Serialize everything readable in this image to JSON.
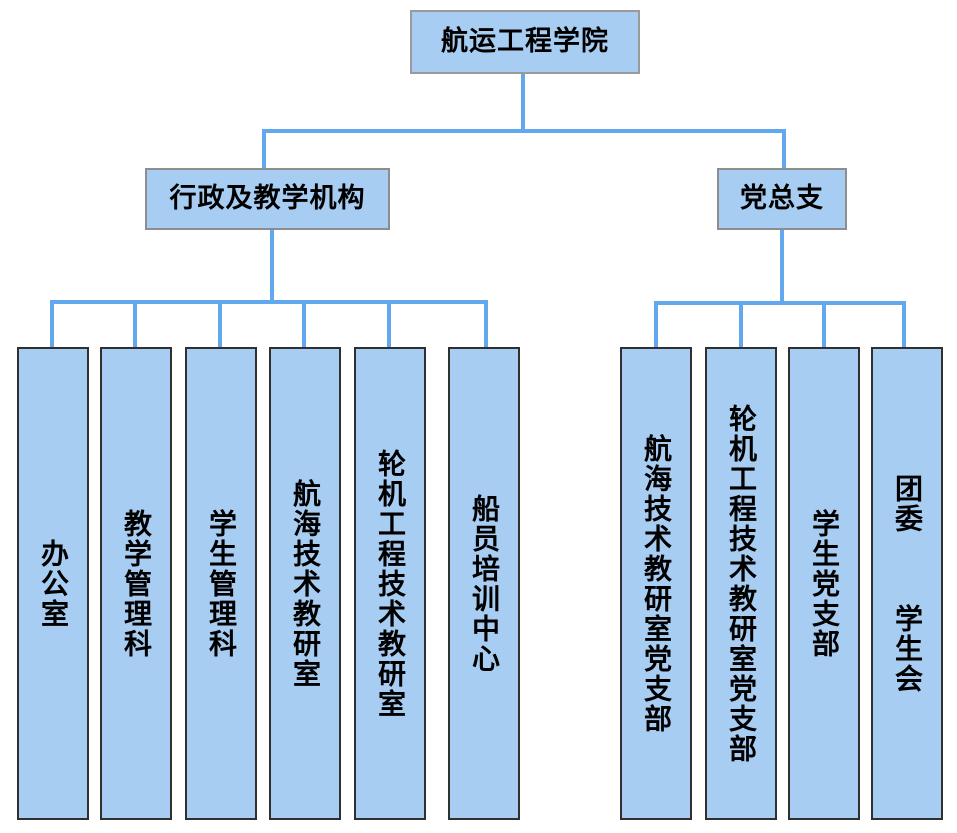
{
  "chart_data": {
    "type": "diagram",
    "title": "航运工程学院 组织机构图",
    "diagram_kind": "organization-chart",
    "orientation": "top-down",
    "node_fill_color": "#a8cdf2",
    "leaf_border_color": "#303030",
    "top_border_color": "#9a9a9a",
    "connector_color": "#62a8ef",
    "nodes": [
      {
        "id": "root",
        "label": "航运工程学院",
        "level": 0,
        "parent": null
      },
      {
        "id": "admin",
        "label": "行政及教学机构",
        "level": 1,
        "parent": "root"
      },
      {
        "id": "party",
        "label": "党总支",
        "level": 1,
        "parent": "root"
      },
      {
        "id": "admin-1",
        "label": "办公室",
        "level": 2,
        "parent": "admin"
      },
      {
        "id": "admin-2",
        "label": "教学管理科",
        "level": 2,
        "parent": "admin"
      },
      {
        "id": "admin-3",
        "label": "学生管理科",
        "level": 2,
        "parent": "admin"
      },
      {
        "id": "admin-4",
        "label": "航海技术教研室",
        "level": 2,
        "parent": "admin"
      },
      {
        "id": "admin-5",
        "label": "轮机工程技术教研室",
        "level": 2,
        "parent": "admin"
      },
      {
        "id": "admin-6",
        "label": "船员培训中心",
        "level": 2,
        "parent": "admin"
      },
      {
        "id": "party-1",
        "label": "航海技术教研室党支部",
        "level": 2,
        "parent": "party"
      },
      {
        "id": "party-2",
        "label": "轮机工程技术教研室党支部",
        "level": 2,
        "parent": "party"
      },
      {
        "id": "party-3",
        "label": "学生党支部",
        "level": 2,
        "parent": "party"
      },
      {
        "id": "party-4",
        "label": "团委  学生会",
        "level": 2,
        "parent": "party"
      }
    ]
  },
  "root": {
    "label": "航运工程学院"
  },
  "branches": {
    "admin": {
      "label": "行政及教学机构",
      "children": [
        {
          "label": "办公室"
        },
        {
          "label": "教学管理科"
        },
        {
          "label": "学生管理科"
        },
        {
          "label": "航海技术教研室"
        },
        {
          "label": "轮机工程技术教研室"
        },
        {
          "label": "船员培训中心"
        }
      ]
    },
    "party": {
      "label": "党总支",
      "children": [
        {
          "label": "航海技术教研室党支部"
        },
        {
          "label": "轮机工程技术教研室党支部"
        },
        {
          "label": "学生党支部"
        },
        {
          "label": "团委  学生会"
        }
      ]
    }
  }
}
